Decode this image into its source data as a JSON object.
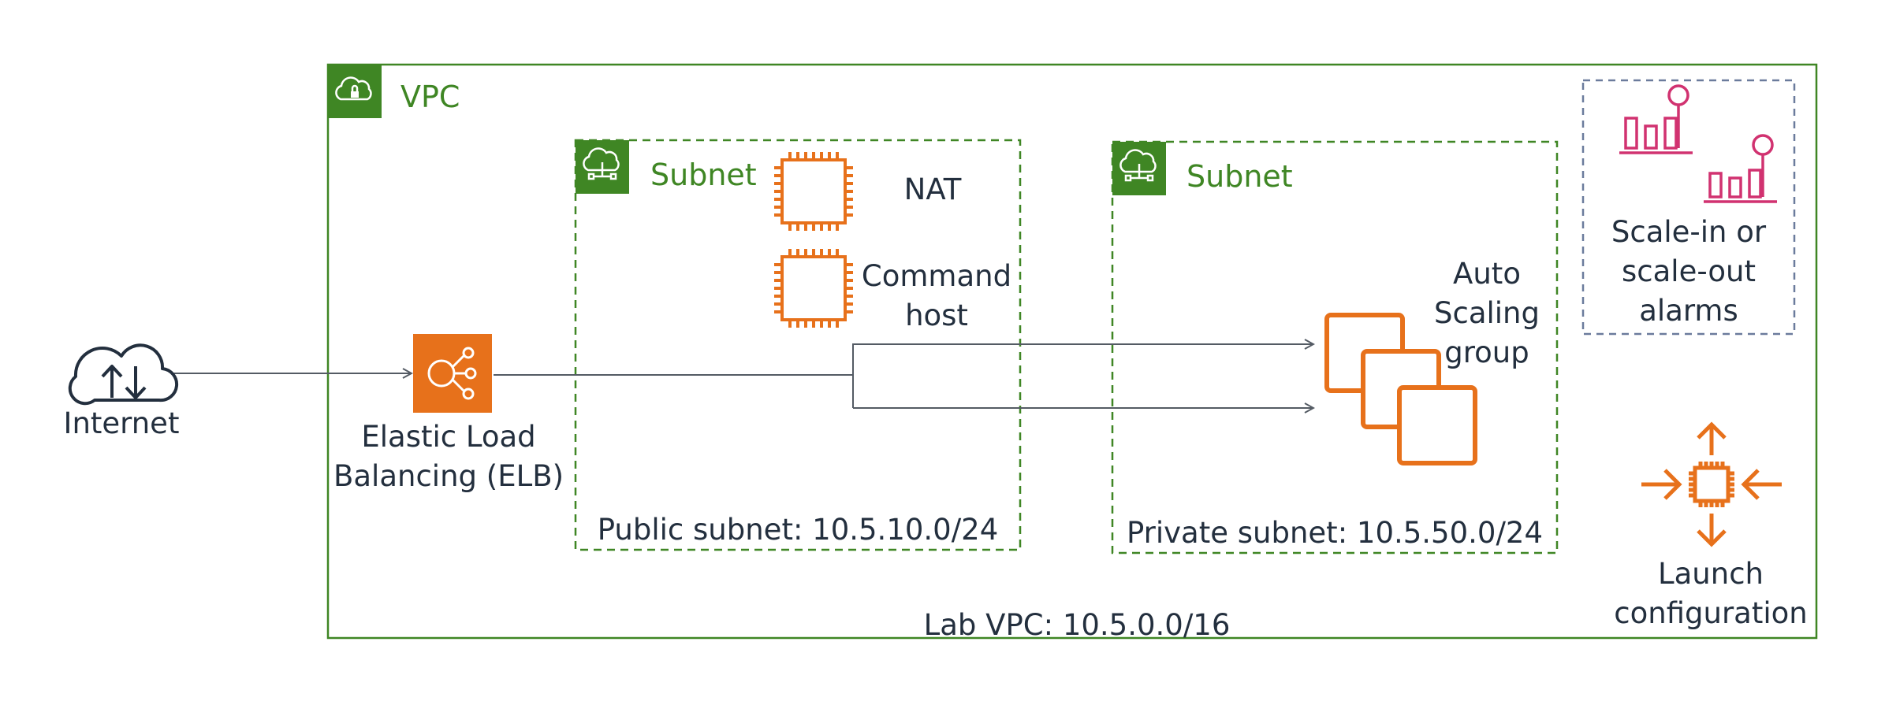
{
  "vpc": {
    "header_label": "VPC",
    "footer_label": "Lab VPC: 10.5.0.0/16",
    "color": "#3f8624"
  },
  "public_subnet": {
    "header_label": "Subnet",
    "footer_label": "Public subnet: 10.5.10.0/24"
  },
  "private_subnet": {
    "header_label": "Subnet",
    "footer_label": "Private subnet: 10.5.50.0/24"
  },
  "nodes": {
    "internet": {
      "label": "Internet",
      "icon": "cloud-upload-download-icon"
    },
    "elb": {
      "label_line1": "Elastic Load",
      "label_line2": "Balancing (ELB)",
      "icon": "elastic-load-balancing-icon",
      "color": "#e7711b"
    },
    "nat": {
      "label": "NAT",
      "icon": "ec2-instance-chip-icon"
    },
    "command_host": {
      "label_line1": "Command",
      "label_line2": "host",
      "icon": "ec2-instance-chip-icon"
    },
    "auto_scaling": {
      "label_line1": "Auto",
      "label_line2": "Scaling",
      "label_line3": "group",
      "icon": "auto-scaling-group-icon"
    },
    "alarms": {
      "label_line1": "Scale-in or",
      "label_line2": "scale-out",
      "label_line3": "alarms",
      "icon": "cloudwatch-alarm-icon",
      "color": "#d13270"
    },
    "launch_config": {
      "label_line1": "Launch",
      "label_line2": "configuration",
      "icon": "launch-configuration-icon"
    }
  },
  "colors": {
    "compute_orange": "#e7711b",
    "text": "#232f3e",
    "connector": "#545b64",
    "alarm_border": "#6b7b9c"
  }
}
